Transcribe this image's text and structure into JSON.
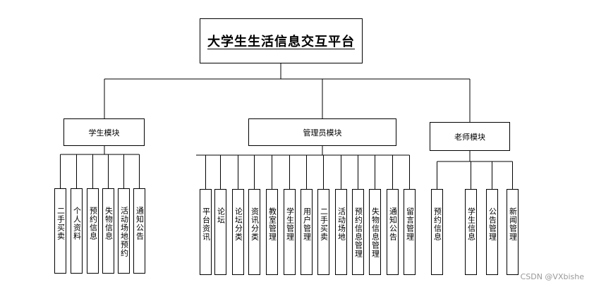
{
  "title": "大学生生活信息交互平台",
  "modules": [
    {
      "label": "学生模块",
      "items": [
        "二手买卖",
        "个人资料",
        "预约信息",
        "失物信息",
        "活动场地预约",
        "通知公告"
      ]
    },
    {
      "label": "管理员模块",
      "items": [
        "平台资讯",
        "论坛",
        "论坛分类",
        "资讯分类",
        "教室管理",
        "学生管理",
        "用户管理",
        "二手买卖",
        "活动场地",
        "预约信息管理",
        "失物信息管理",
        "通知公告",
        "留言管理"
      ]
    },
    {
      "label": "老师模块",
      "items": [
        "预约信息",
        "学生信息",
        "公告管理",
        "新闻管理"
      ]
    }
  ],
  "watermark": "CSDN @VXbishe"
}
